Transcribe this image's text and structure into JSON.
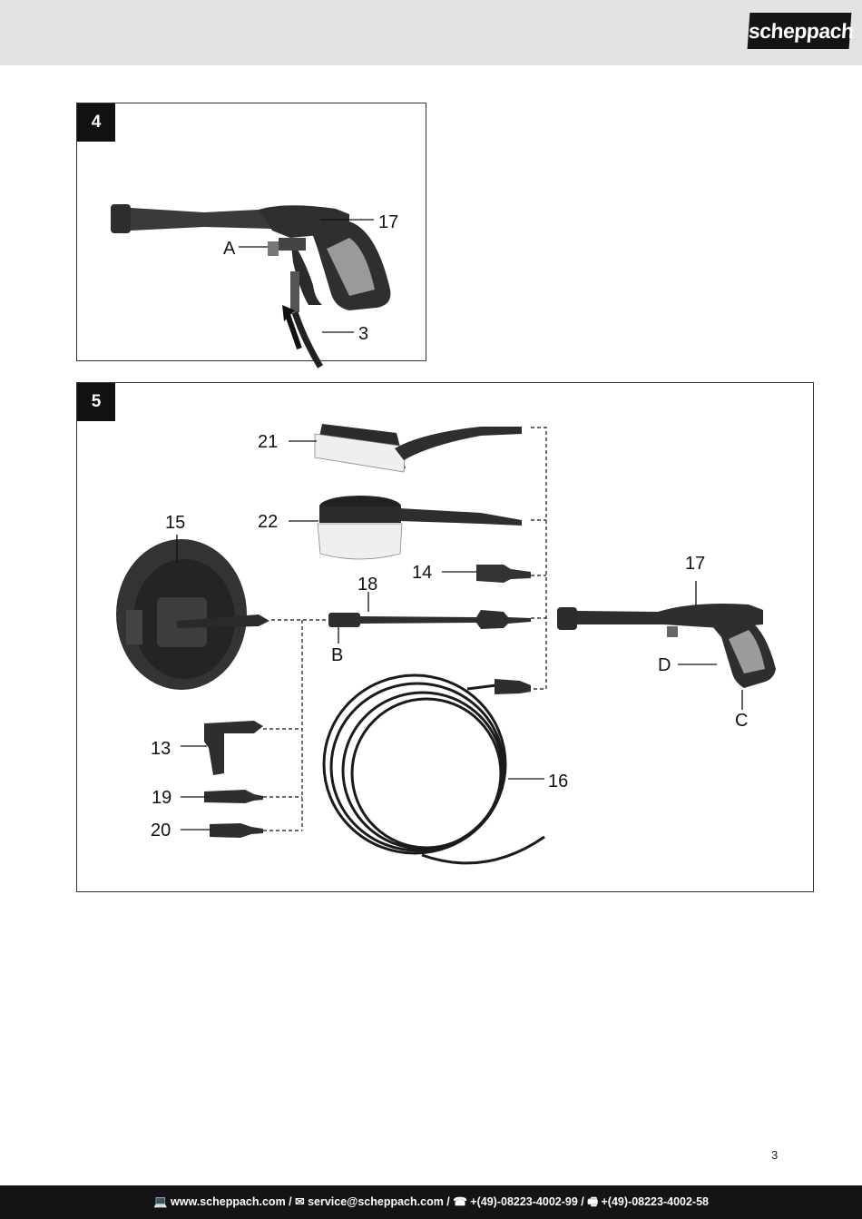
{
  "header": {
    "brand": "scheppach"
  },
  "figure4": {
    "number": "4",
    "labels": {
      "trigger_gun": "17",
      "lock": "A",
      "hose": "3"
    }
  },
  "figure5": {
    "number": "5",
    "labels": {
      "rotating_brush_flat": "21",
      "rotating_brush_round": "22",
      "patio_cleaner": "15",
      "adapter": "14",
      "extension_lance": "18",
      "gun": "17",
      "coupling_b": "B",
      "gun_d": "D",
      "gun_c": "C",
      "angled_nozzle": "13",
      "nozzle_19": "19",
      "nozzle_20": "20",
      "hose": "16"
    }
  },
  "page_number": "3",
  "footer": {
    "website": "www.scheppach.com",
    "email": "service@scheppach.com",
    "phone": "+(49)-08223-4002-99",
    "fax": "+(49)-08223-4002-58",
    "separator": " / "
  }
}
